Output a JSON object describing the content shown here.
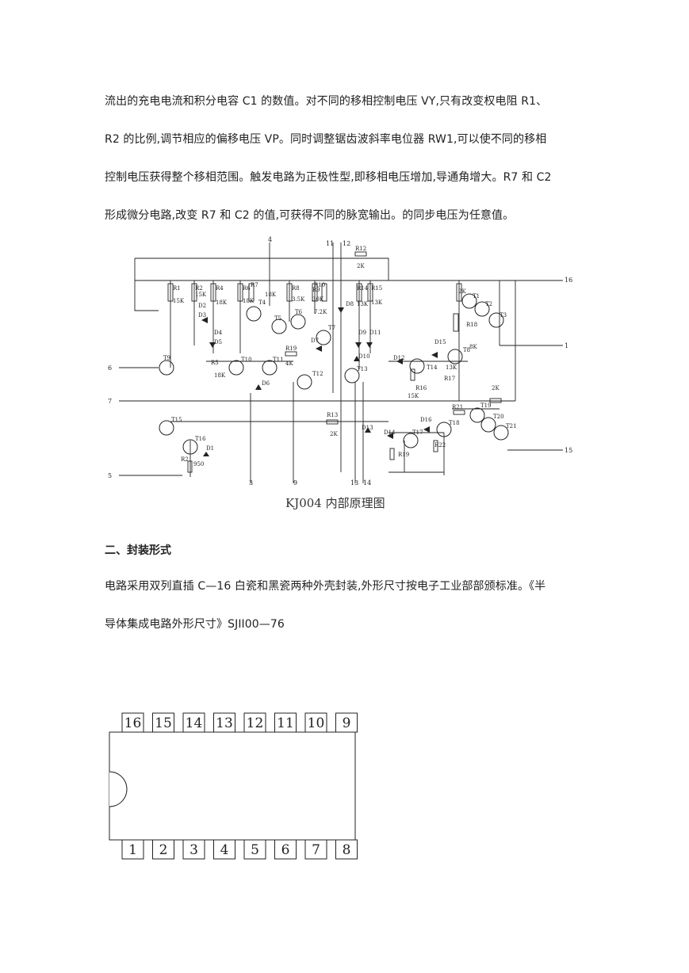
{
  "intro_lines": [
    "流出的充电电流和积分电容 C1 的数值。对不同的移相控制电压 VY,只有改变权电阻 R1、",
    "R2 的比例,调节相应的偏移电压 VP。同时调整锯齿波斜率电位器 RW1,可以使不同的移相",
    "控制电压获得整个移相范围。触发电路为正极性型,即移相电压增加,导通角增大。R7 和 C2",
    "形成微分电路,改变 R7 和  C2 的值,可获得不同的脉宽输出。的同步电压为任意值。"
  ],
  "schematic": {
    "caption": "KJ004 内部原理图",
    "terminals": [
      "4",
      "11",
      "12",
      "16",
      "1",
      "6",
      "7",
      "15",
      "5",
      "3",
      "9",
      "13",
      "14"
    ],
    "transistors": [
      "T1",
      "T2",
      "T3",
      "T4",
      "T5",
      "T6",
      "T7",
      "T8",
      "T9",
      "T10",
      "T11",
      "T12",
      "T13",
      "T14",
      "T15",
      "T16",
      "T17",
      "T18",
      "T19",
      "T20",
      "T21"
    ],
    "resistors": [
      {
        "ref": "R1",
        "value": "15K"
      },
      {
        "ref": "R2",
        "value": "15K"
      },
      {
        "ref": "R4",
        "value": "18K"
      },
      {
        "ref": "R5",
        "value": "18K"
      },
      {
        "ref": "R6",
        "value": "18K"
      },
      {
        "ref": "R7",
        "value": "18K"
      },
      {
        "ref": "R8",
        "value": "3.5K"
      },
      {
        "ref": "R9",
        "value": "30K"
      },
      {
        "ref": "R10",
        "value": "7.2K"
      },
      {
        "ref": "R12",
        "value": "2K"
      },
      {
        "ref": "R13",
        "value": "2K"
      },
      {
        "ref": "R14",
        "value": "13K"
      },
      {
        "ref": "R15",
        "value": "13K"
      },
      {
        "ref": "R16",
        "value": "15K"
      },
      {
        "ref": "R17",
        "value": "13K"
      },
      {
        "ref": "R19",
        "value": "4K"
      },
      {
        "ref": "R21",
        "value": "2K"
      },
      {
        "ref": "R22",
        "value": ""
      },
      {
        "ref": "R18",
        "value": ""
      },
      {
        "ref": "R20",
        "value": "950"
      },
      {
        "ref": "R-T1",
        "value": "2K"
      },
      {
        "ref": "R-T8",
        "value": "8K"
      }
    ],
    "diodes": [
      "D1",
      "D2",
      "D3",
      "D4",
      "D5",
      "D6",
      "D7",
      "D8",
      "D9",
      "D10",
      "D11",
      "D12",
      "D13",
      "D14",
      "D15",
      "D16"
    ]
  },
  "section_heading": "二、封装形式",
  "package_lines": [
    "电路采用双列直插 C—16 白瓷和黑瓷两种外壳封装,外形尺寸按电子工业部部颁标准。《半",
    "导体集成电路外形尺寸》SJII00—76"
  ],
  "dip_package": {
    "top_pins": [
      "16",
      "15",
      "14",
      "13",
      "12",
      "11",
      "10",
      "9"
    ],
    "bottom_pins": [
      "1",
      "2",
      "3",
      "4",
      "5",
      "6",
      "7",
      "8"
    ]
  }
}
